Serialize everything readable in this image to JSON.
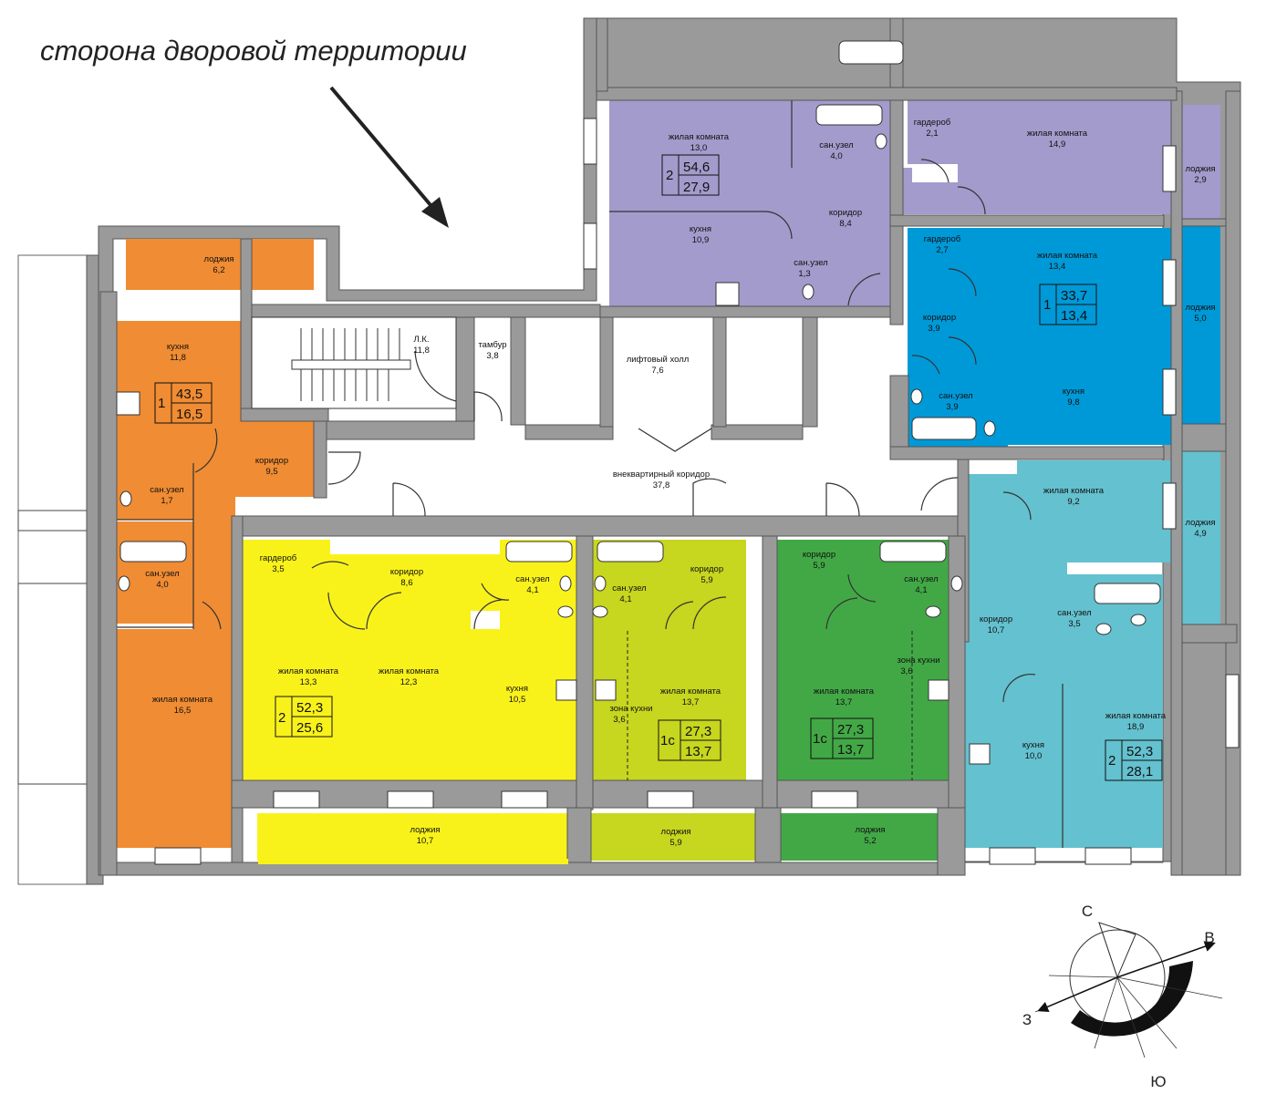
{
  "header": {
    "title": "сторона дворовой территории"
  },
  "colors": {
    "orange": "#f08c33",
    "purple": "#a39bcc",
    "blue": "#0099d8",
    "teal": "#64c1cf",
    "yellow": "#f9f21a",
    "olive": "#c7d61e",
    "green": "#42a846",
    "wall": "#9a9a9a"
  },
  "rooms": {
    "loggia_6_2": {
      "name": "лоджия",
      "area": "6,2"
    },
    "kitchen_11_8": {
      "name": "кухня",
      "area": "11,8"
    },
    "corridor_9_5": {
      "name": "коридор",
      "area": "9,5"
    },
    "wc_1_7": {
      "name": "сан.узел",
      "area": "1,7"
    },
    "wc_4_0a": {
      "name": "сан.узел",
      "area": "4,0"
    },
    "living_16_5": {
      "name": "жилая комната",
      "area": "16,5"
    },
    "stair_lk": {
      "name": "Л.К.",
      "area": "11,8"
    },
    "vestibule": {
      "name": "тамбур",
      "area": "3,8"
    },
    "lift_hall": {
      "name": "лифтовый холл",
      "area": "7,6"
    },
    "corridor_out": {
      "name": "внеквартирный коридор",
      "area": "37,8"
    },
    "living_13_0": {
      "name": "жилая комната",
      "area": "13,0"
    },
    "wc_4_0b": {
      "name": "сан.узел",
      "area": "4,0"
    },
    "wardrobe_2_1": {
      "name": "гардероб",
      "area": "2,1"
    },
    "living_14_9": {
      "name": "жилая комната",
      "area": "14,9"
    },
    "loggia_2_9": {
      "name": "лоджия",
      "area": "2,9"
    },
    "kitchen_10_9": {
      "name": "кухня",
      "area": "10,9"
    },
    "corridor_8_4": {
      "name": "коридор",
      "area": "8,4"
    },
    "wc_1_3": {
      "name": "сан.узел",
      "area": "1,3"
    },
    "wardrobe_2_7": {
      "name": "гардероб",
      "area": "2,7"
    },
    "living_13_4": {
      "name": "жилая комната",
      "area": "13,4"
    },
    "corridor_3_9": {
      "name": "коридор",
      "area": "3,9"
    },
    "loggia_5_0": {
      "name": "лоджия",
      "area": "5,0"
    },
    "wc_3_9": {
      "name": "сан.узел",
      "area": "3,9"
    },
    "kitchen_9_8": {
      "name": "кухня",
      "area": "9,8"
    },
    "living_9_2": {
      "name": "жилая комната",
      "area": "9,2"
    },
    "loggia_4_9": {
      "name": "лоджия",
      "area": "4,9"
    },
    "corridor_10_7": {
      "name": "коридор",
      "area": "10,7"
    },
    "wc_3_5": {
      "name": "сан.узел",
      "area": "3,5"
    },
    "living_18_9": {
      "name": "жилая комната",
      "area": "18,9"
    },
    "kitchen_10_0": {
      "name": "кухня",
      "area": "10,0"
    },
    "wardrobe_3_5": {
      "name": "гардероб",
      "area": "3,5"
    },
    "corridor_8_6": {
      "name": "коридор",
      "area": "8,6"
    },
    "wc_4_1a": {
      "name": "сан.узел",
      "area": "4,1"
    },
    "living_13_3": {
      "name": "жилая комната",
      "area": "13,3"
    },
    "living_12_3": {
      "name": "жилая комната",
      "area": "12,3"
    },
    "kitchen_10_5": {
      "name": "кухня",
      "area": "10,5"
    },
    "loggia_10_7": {
      "name": "лоджия",
      "area": "10,7"
    },
    "wc_4_1b": {
      "name": "сан.узел",
      "area": "4,1"
    },
    "corridor_5_9a": {
      "name": "коридор",
      "area": "5,9"
    },
    "kzone_3_6a": {
      "name": "зона кухни",
      "area": "3,6"
    },
    "living_13_7a": {
      "name": "жилая комната",
      "area": "13,7"
    },
    "loggia_5_9": {
      "name": "лоджия",
      "area": "5,9"
    },
    "corridor_5_9b": {
      "name": "коридор",
      "area": "5,9"
    },
    "wc_4_1c": {
      "name": "сан.узел",
      "area": "4,1"
    },
    "kzone_3_6b": {
      "name": "зона кухни",
      "area": "3,6"
    },
    "living_13_7b": {
      "name": "жилая комната",
      "area": "13,7"
    },
    "loggia_5_2": {
      "name": "лоджия",
      "area": "5,2"
    }
  },
  "apartments": {
    "orange": {
      "rooms": "1",
      "total": "43,5",
      "living": "16,5"
    },
    "purple": {
      "rooms": "2",
      "total": "54,6",
      "living": "27,9"
    },
    "blue": {
      "rooms": "1",
      "total": "33,7",
      "living": "13,4"
    },
    "yellow": {
      "rooms": "2",
      "total": "52,3",
      "living": "25,6"
    },
    "olive": {
      "rooms": "1с",
      "total": "27,3",
      "living": "13,7"
    },
    "green": {
      "rooms": "1с",
      "total": "27,3",
      "living": "13,7"
    },
    "teal": {
      "rooms": "2",
      "total": "52,3",
      "living": "28,1"
    }
  },
  "compass": {
    "north": "С",
    "east": "В",
    "south": "Ю",
    "west": "З"
  }
}
